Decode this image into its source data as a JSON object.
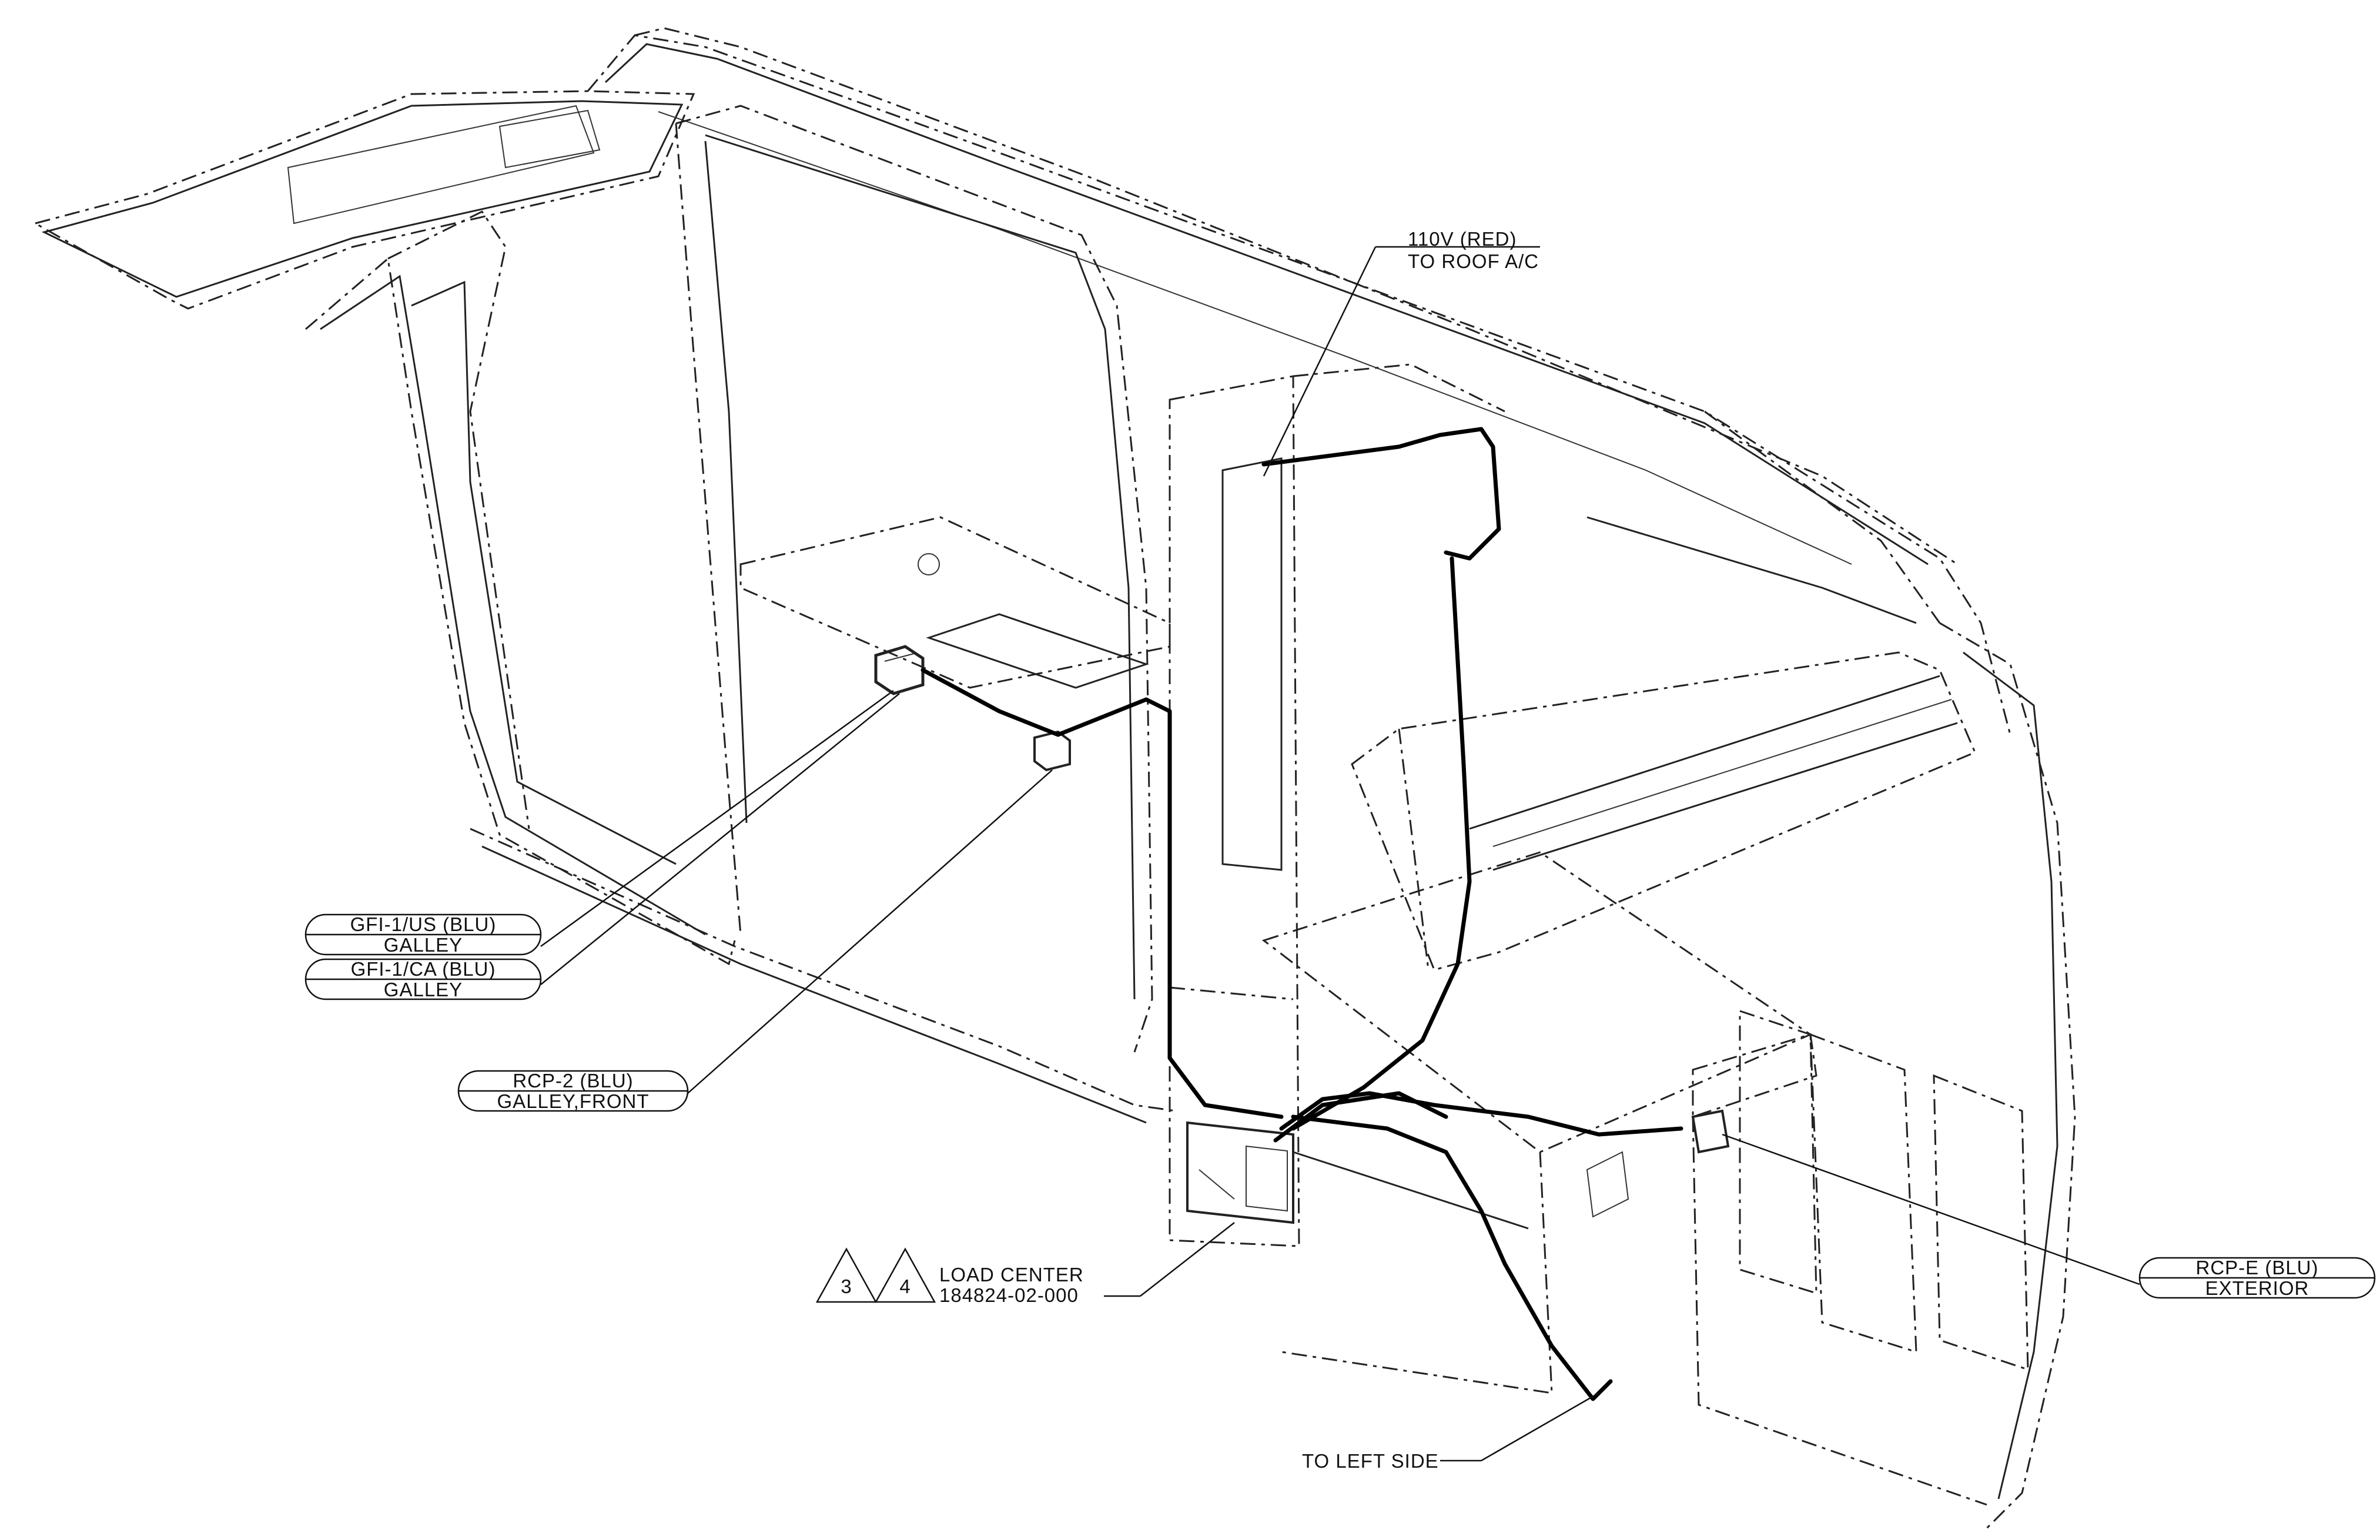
{
  "labels": {
    "ac": {
      "line1": "110V (RED)",
      "line2": "TO ROOF A/C"
    },
    "gfi_us": {
      "line1": "GFI-1/US (BLU)",
      "line2": "GALLEY"
    },
    "gfi_ca": {
      "line1": "GFI-1/CA (BLU)",
      "line2": "GALLEY"
    },
    "rcp2": {
      "line1": "RCP-2 (BLU)",
      "line2": "GALLEY,FRONT"
    },
    "load_center": {
      "tri1": "3",
      "tri2": "4",
      "line1": "LOAD CENTER",
      "line2": "184824-02-000"
    },
    "rcpe": {
      "line1": "RCP-E (BLU)",
      "line2": "EXTERIOR"
    },
    "left_side": {
      "text": "TO LEFT SIDE"
    }
  }
}
